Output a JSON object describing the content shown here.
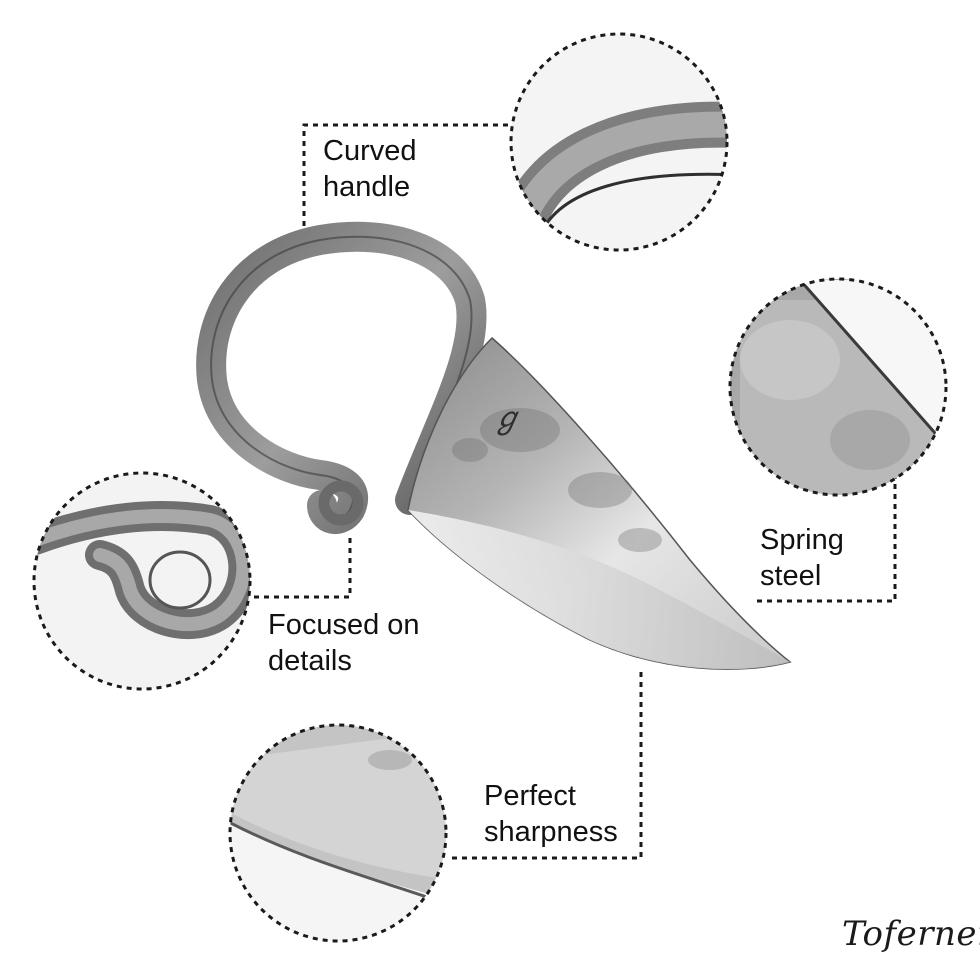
{
  "callouts": {
    "curved_handle": "Curved\nhandle",
    "spring_steel": "Spring\nsteel",
    "focused_details": "Focused on\ndetails",
    "perfect_sharpness": "Perfect\nsharpness"
  },
  "brand": "Toferner",
  "colors": {
    "background": "#ffffff",
    "text": "#111111",
    "dashed_line": "#1a1a1a",
    "steel_light": "#d9d9d9",
    "steel_dark": "#4a4a4a"
  }
}
